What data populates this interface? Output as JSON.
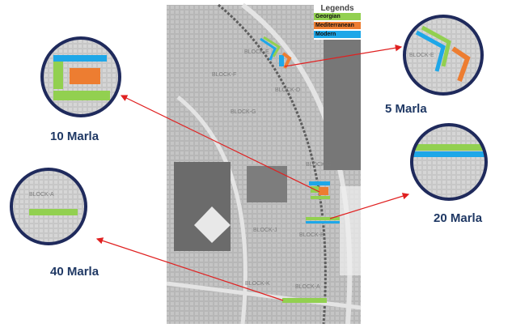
{
  "legend": {
    "title": "Legends",
    "items": [
      {
        "label": "Georgian",
        "color": "#92d050"
      },
      {
        "label": "Mediterranean",
        "color": "#ed7d31"
      },
      {
        "label": "Modern",
        "color": "#1ea7e8"
      }
    ]
  },
  "blocks": [
    "BLOCK-E",
    "BLOCK-F",
    "BLOCK-D",
    "BLOCK-G",
    "BLOCK-C",
    "BLOCK-J",
    "BLOCK-B",
    "BLOCK-K",
    "BLOCK-A"
  ],
  "callouts": [
    {
      "label": "10 Marla",
      "inset_block": ""
    },
    {
      "label": "5 Marla",
      "inset_block": "BLOCK-E"
    },
    {
      "label": "20 Marla",
      "inset_block": ""
    },
    {
      "label": "40 Marla",
      "inset_block": "BLOCK-A"
    }
  ],
  "colors": {
    "arrow": "#e02020",
    "circle_border": "#1f2a5c",
    "map": "#bdbdbd"
  }
}
